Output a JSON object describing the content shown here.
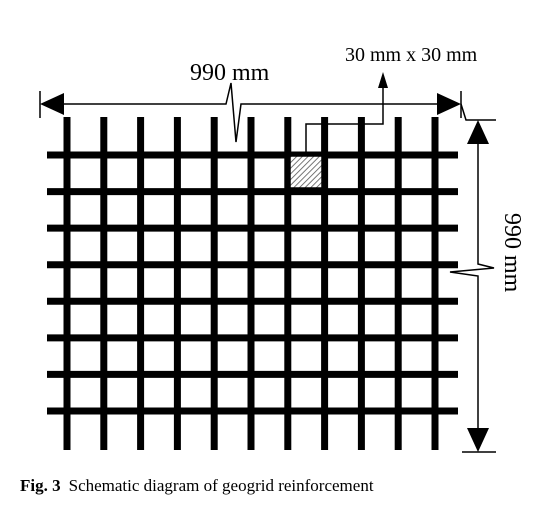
{
  "diagram": {
    "width_label": "990 mm",
    "height_label": "990 mm",
    "aperture_label": "30 mm x 30 mm",
    "vertical_rib_count": 11,
    "horizontal_rib_count": 8,
    "colors": {
      "ribs": "#000000",
      "highlight_hatch": "#555555",
      "background": "#ffffff"
    }
  },
  "caption": {
    "figure_number": "Fig. 3",
    "text": "Schematic diagram of geogrid reinforcement"
  }
}
